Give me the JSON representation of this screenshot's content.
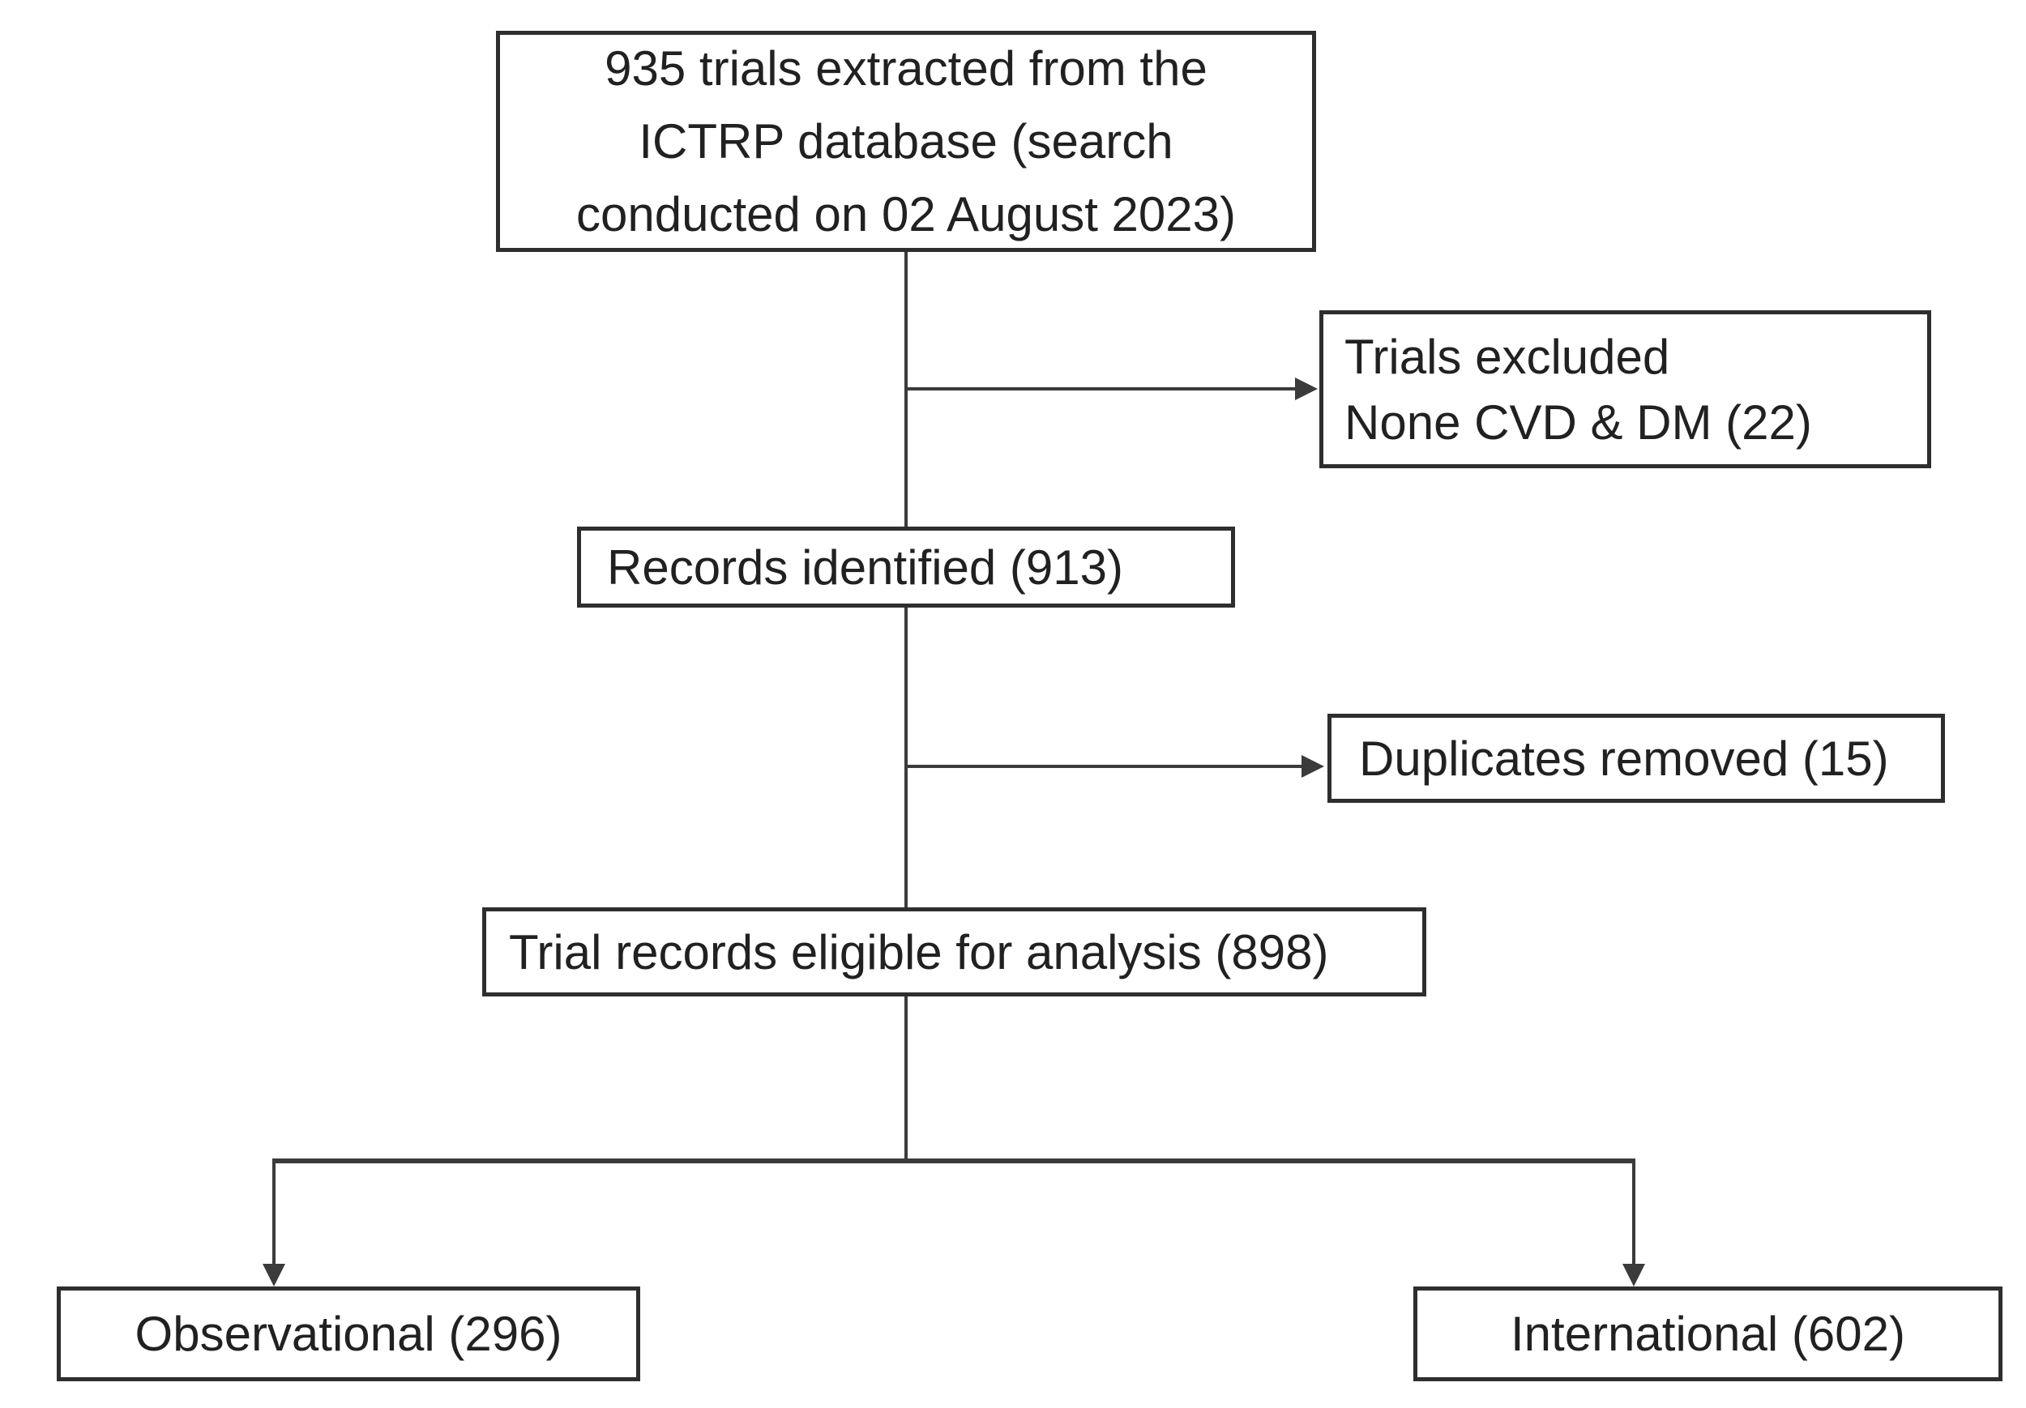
{
  "colors": {
    "background": "#ffffff",
    "ink": "#212121",
    "line": "#3b3b3b",
    "box_border": "#2e2e2e"
  },
  "flowchart": {
    "nodes": {
      "source": {
        "lines": [
          "935 trials extracted from the",
          "ICTRP database (search",
          "conducted on 02 August 2023)"
        ]
      },
      "excluded": {
        "lines": [
          "Trials excluded",
          "None CVD & DM (22)"
        ]
      },
      "records": {
        "label": "Records identified (913)"
      },
      "duplicates": {
        "label": "Duplicates removed (15)"
      },
      "eligible": {
        "label": "Trial records eligible for analysis (898)"
      },
      "observational": {
        "label": "Observational (296)"
      },
      "international": {
        "label": "International (602)"
      }
    }
  }
}
